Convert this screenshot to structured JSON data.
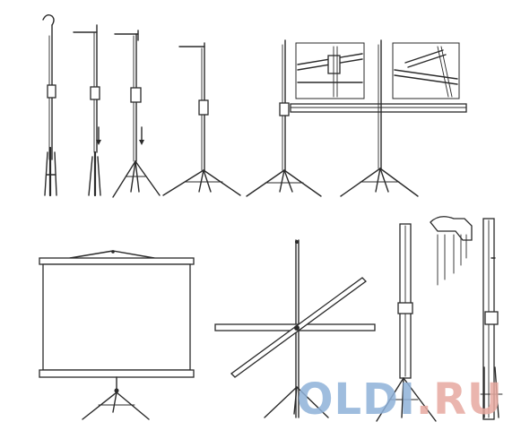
{
  "diagram": {
    "panels": [
      "step-1-collapsed",
      "step-2-lower-pole",
      "step-3-unfold-legs",
      "step-4-extend-pole",
      "step-5-raise-case",
      "step-6-hook-screen",
      "deployed-screen",
      "folded-cross",
      "side-view-left",
      "detail-bracket",
      "side-view-right"
    ],
    "detail_insets": [
      "case-latch-detail",
      "hook-detail"
    ]
  },
  "watermark": {
    "text": "OLDI.RU",
    "colors": {
      "primary": "#8fb2d9",
      "secondary": "#e7a9a0"
    }
  },
  "colors": {
    "line": "#2a2a2a",
    "background": "#ffffff"
  }
}
